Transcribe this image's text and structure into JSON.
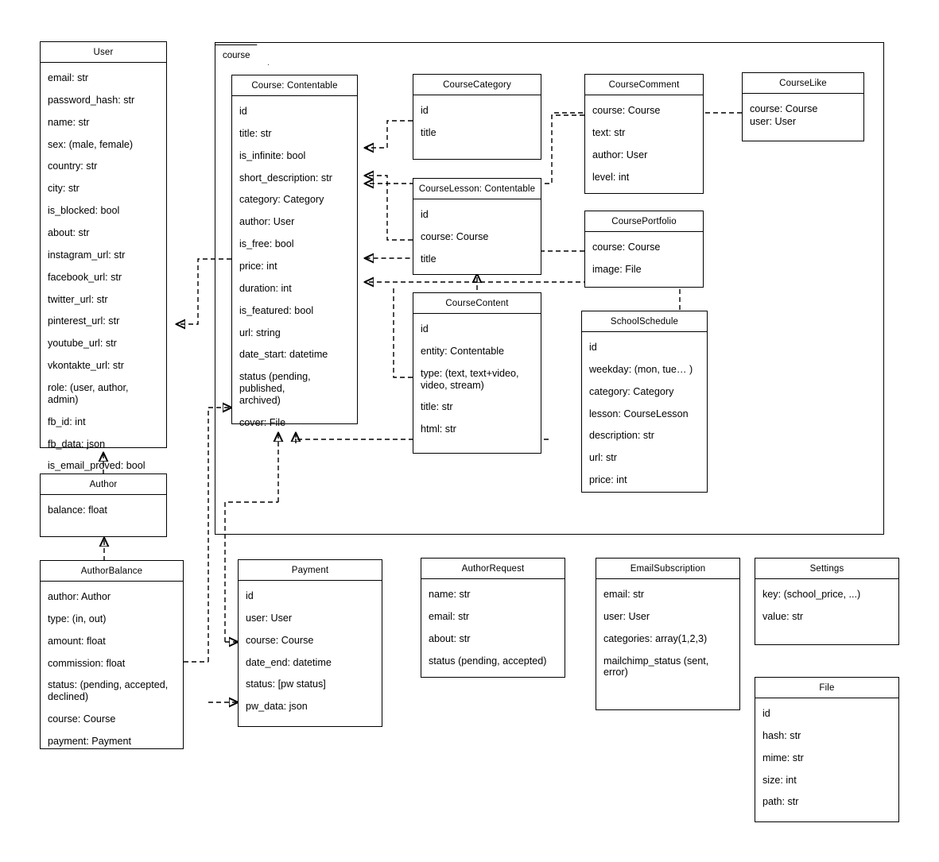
{
  "diagram": {
    "type": "uml-class-diagram",
    "package": {
      "label": "course"
    }
  },
  "classes": [
    {
      "id": "user",
      "name": "User",
      "attributes": [
        "email: str",
        "password_hash: str",
        "name: str",
        "sex: (male, female)",
        "country: str",
        "city: str",
        "is_blocked: bool",
        "about: str",
        "instagram_url: str",
        "facebook_url: str",
        "twitter_url: str",
        "pinterest_url: str",
        "youtube_url: str",
        "vkontakte_url: str",
        "role: (user, author, admin)",
        "fb_id: int",
        "fb_data: json",
        "is_email_proved: bool"
      ]
    },
    {
      "id": "author",
      "name": "Author",
      "attributes": [
        "balance: float"
      ]
    },
    {
      "id": "authorbalance",
      "name": "AuthorBalance",
      "attributes": [
        "author: Author",
        "type: (in, out)",
        "amount: float",
        "commission: float",
        "status: (pending, accepted,\ndeclined)",
        "course: Course",
        "payment: Payment"
      ]
    },
    {
      "id": "course",
      "name": "Course: Contentable",
      "attributes": [
        "id",
        "title: str",
        "is_infinite: bool",
        "short_description: str",
        "category: Category",
        "author: User",
        "is_free: bool",
        "price: int",
        "duration: int",
        "is_featured: bool",
        "url: string",
        "date_start: datetime",
        "status (pending, published,\narchived)",
        "cover: File"
      ]
    },
    {
      "id": "coursecategory",
      "name": "CourseCategory",
      "attributes": [
        "id",
        "title"
      ]
    },
    {
      "id": "courselesson",
      "name": "CourseLesson: Contentable",
      "attributes": [
        "id",
        "course: Course",
        "title"
      ]
    },
    {
      "id": "coursecontent",
      "name": "CourseContent",
      "attributes": [
        "id",
        "entity: Contentable",
        "type: (text, text+video,\nvideo, stream)",
        "title: str",
        "html: str"
      ]
    },
    {
      "id": "coursecomment",
      "name": "CourseComment",
      "attributes": [
        "course: Course",
        "text: str",
        "author: User",
        "level: int"
      ]
    },
    {
      "id": "courseportfolio",
      "name": "CoursePortfolio",
      "attributes": [
        "course: Course",
        "image: File"
      ]
    },
    {
      "id": "schoolschedule",
      "name": "SchoolSchedule",
      "attributes": [
        "id",
        "weekday: (mon, tue… )",
        "category: Category",
        "lesson: CourseLesson",
        "description: str",
        "url: str",
        "price: int"
      ]
    },
    {
      "id": "courselike",
      "name": "CourseLike",
      "attributes": [
        "course: Course",
        "user: User"
      ]
    },
    {
      "id": "payment",
      "name": "Payment",
      "attributes": [
        "id",
        "user: User",
        "course: Course",
        "date_end: datetime",
        "status: [pw status]",
        "pw_data: json"
      ]
    },
    {
      "id": "authorrequest",
      "name": "AuthorRequest",
      "attributes": [
        "name: str",
        "email: str",
        "about: str",
        "status (pending, accepted)"
      ]
    },
    {
      "id": "emailsubscription",
      "name": "EmailSubscription",
      "attributes": [
        "email: str",
        "user: User",
        "categories: array(1,2,3)",
        "mailchimp_status (sent, error)"
      ]
    },
    {
      "id": "settings",
      "name": "Settings",
      "attributes": [
        "key: (school_price, ...)",
        "value: str"
      ]
    },
    {
      "id": "file",
      "name": "File",
      "attributes": [
        "id",
        "hash: str",
        "mime: str",
        "size: int",
        "path: str"
      ]
    }
  ],
  "colors": {
    "stroke": "#000000",
    "background": "#ffffff",
    "text": "#000000"
  }
}
